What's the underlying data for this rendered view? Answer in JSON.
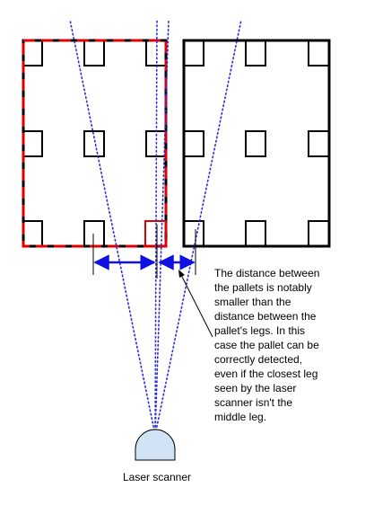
{
  "annotation": {
    "lines": [
      "The distance between",
      "the pallets is notably",
      "smaller than the",
      "distance between the",
      "pallet's legs. In this",
      "case the pallet can be",
      "correctly detected,",
      "even if the closest leg",
      "seen by the laser",
      "scanner isn't the",
      "middle leg."
    ]
  },
  "scanner_label": "Laser scanner",
  "colors": {
    "pallet_outline": "#000000",
    "highlight": "#e00000",
    "scan_rays": "#2a2ae0",
    "arrows": "#1010e0",
    "scanner_fill": "#cfe3f5"
  }
}
